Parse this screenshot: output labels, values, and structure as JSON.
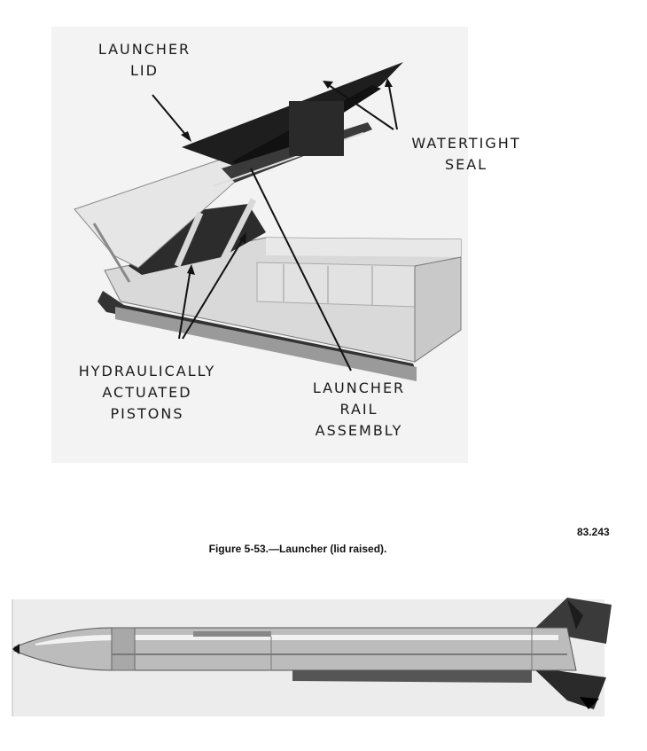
{
  "figure": {
    "number": "83.243",
    "caption": "Figure 5-53.—Launcher (lid raised)."
  },
  "callouts": {
    "launcher_lid": [
      "LAUNCHER",
      "LID"
    ],
    "watertight_seal": [
      "WATERTIGHT",
      "SEAL"
    ],
    "pistons": [
      "HYDRAULICALLY",
      "ACTUATED",
      "PISTONS"
    ],
    "rail_assembly": [
      "LAUNCHER",
      "RAIL",
      "ASSEMBLY"
    ]
  }
}
